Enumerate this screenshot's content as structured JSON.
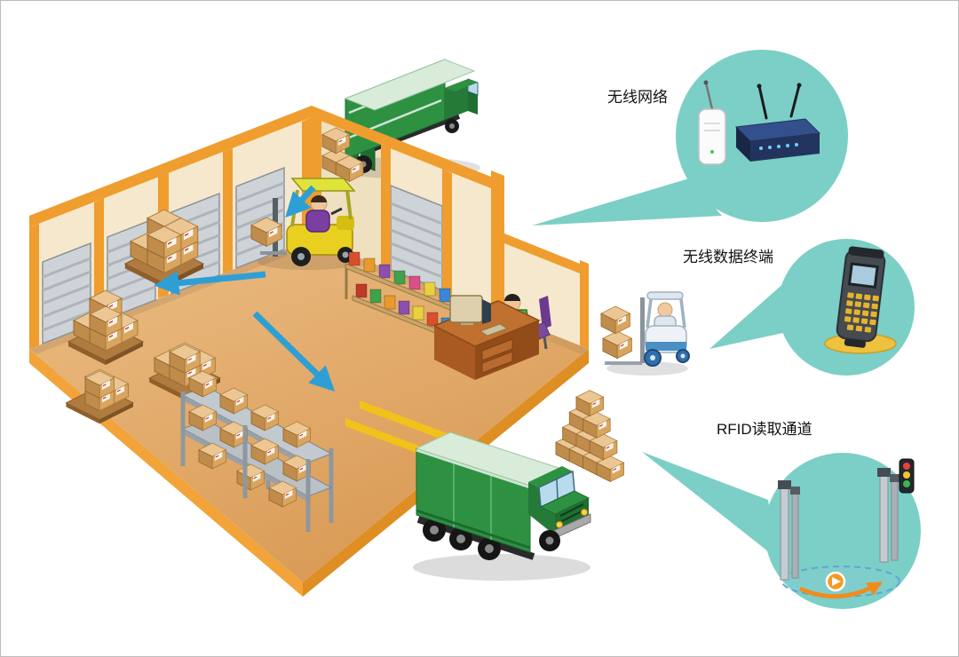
{
  "diagram": {
    "labels": {
      "wireless_network": "无线网络",
      "wireless_terminal": "无线数据终端",
      "rfid_channel": "RFID读取通道"
    },
    "colors": {
      "callout_teal": "#7BCFC6",
      "floor_tan": "#E4AC6E",
      "wall_cream": "#F6E8CC",
      "frame_orange": "#EF9D2F",
      "truck_green": "#2E9142",
      "box_tan": "#DAA55F",
      "arrow_blue": "#2E9FD4",
      "lane_yellow": "#F2C21A",
      "door_gray": "#CED3D8"
    },
    "icons": {
      "wireless_router": "router-icon",
      "access_point": "access-point-icon",
      "handheld_terminal": "handheld-terminal-icon",
      "rfid_gate": "rfid-gate-icon",
      "traffic_light": "traffic-light-icon"
    }
  }
}
